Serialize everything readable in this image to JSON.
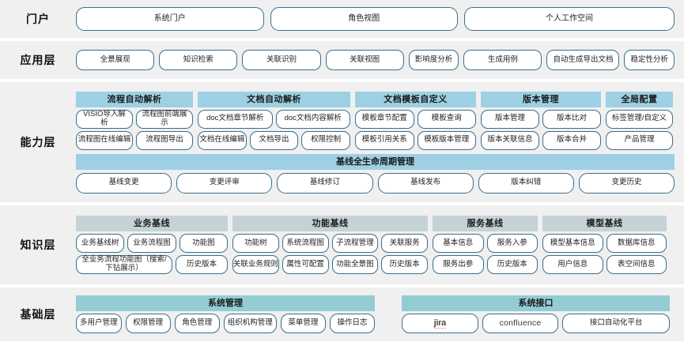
{
  "colors": {
    "row_bg": "#f0f0f0",
    "pill_border": "#3c6e8a",
    "group_head_blue": "#9ed0e3",
    "group_head_gray": "#c5d2d6",
    "base_head_teal": "#93ccd3",
    "jira_underline": "#e03030"
  },
  "layers": [
    {
      "id": "portal",
      "label": "门户",
      "items": [
        "系统门户",
        "角色视图",
        "个人工作空间"
      ]
    },
    {
      "id": "application",
      "label": "应用层",
      "items": [
        "全景展现",
        "知识检索",
        "关联识别",
        "关联视图",
        "影响度分析",
        "生成用例",
        "自动生成导出文档",
        "稳定性分析"
      ]
    },
    {
      "id": "capability",
      "label": "能力层",
      "groups": [
        {
          "title": "流程自动解析",
          "rows": [
            [
              "VISIO导入解析",
              "流程图前端展示"
            ],
            [
              "流程图在线编辑",
              "流程图导出"
            ]
          ]
        },
        {
          "title": "文档自动解析",
          "rows": [
            [
              "doc文档章节解析",
              "doc文档内容解析"
            ],
            [
              "文档在线编辑",
              "文档导出",
              "权限控制"
            ]
          ]
        },
        {
          "title": "文档模板自定义",
          "rows": [
            [
              "模板章节配置",
              "模板查询"
            ],
            [
              "模板引用关系",
              "模板版本管理"
            ]
          ]
        },
        {
          "title": "版本管理",
          "rows": [
            [
              "版本管理",
              "版本比对"
            ],
            [
              "版本关联信息",
              "版本合并"
            ]
          ]
        },
        {
          "title": "全局配置",
          "rows": [
            [
              "标签管理/自定义"
            ],
            [
              "产品管理"
            ]
          ]
        }
      ],
      "baseline": {
        "title": "基线全生命周期管理",
        "items": [
          "基线变更",
          "变更评审",
          "基线修订",
          "基线发布",
          "版本纠错",
          "变更历史"
        ]
      }
    },
    {
      "id": "knowledge",
      "label": "知识层",
      "groups": [
        {
          "title": "业务基线",
          "rows": [
            [
              "业务基线树",
              "业务流程图",
              "功能图"
            ],
            [
              "全业务流程功能图（搜索/下钻展示）",
              "历史版本"
            ]
          ]
        },
        {
          "title": "功能基线",
          "rows": [
            [
              "功能树",
              "系统流程图",
              "子流程管理",
              "关联服务"
            ],
            [
              "关联业务规则",
              "属性可配置",
              "功能全景图",
              "历史版本"
            ]
          ]
        },
        {
          "title": "服务基线",
          "rows": [
            [
              "基本信息",
              "服务入参"
            ],
            [
              "服务出参",
              "历史版本"
            ]
          ]
        },
        {
          "title": "模型基线",
          "rows": [
            [
              "模型基本信息",
              "数据库信息"
            ],
            [
              "用户信息",
              "表空间信息"
            ]
          ]
        }
      ]
    },
    {
      "id": "foundation",
      "label": "基础层",
      "columns": [
        {
          "title": "系统管理",
          "items": [
            "多用户管理",
            "权限管理",
            "角色管理",
            "组织机构管理",
            "菜单管理",
            "操作日志"
          ]
        },
        {
          "title": "系统接口",
          "items": [
            "jira",
            "confluence",
            "接口自动化平台"
          ]
        }
      ]
    }
  ]
}
